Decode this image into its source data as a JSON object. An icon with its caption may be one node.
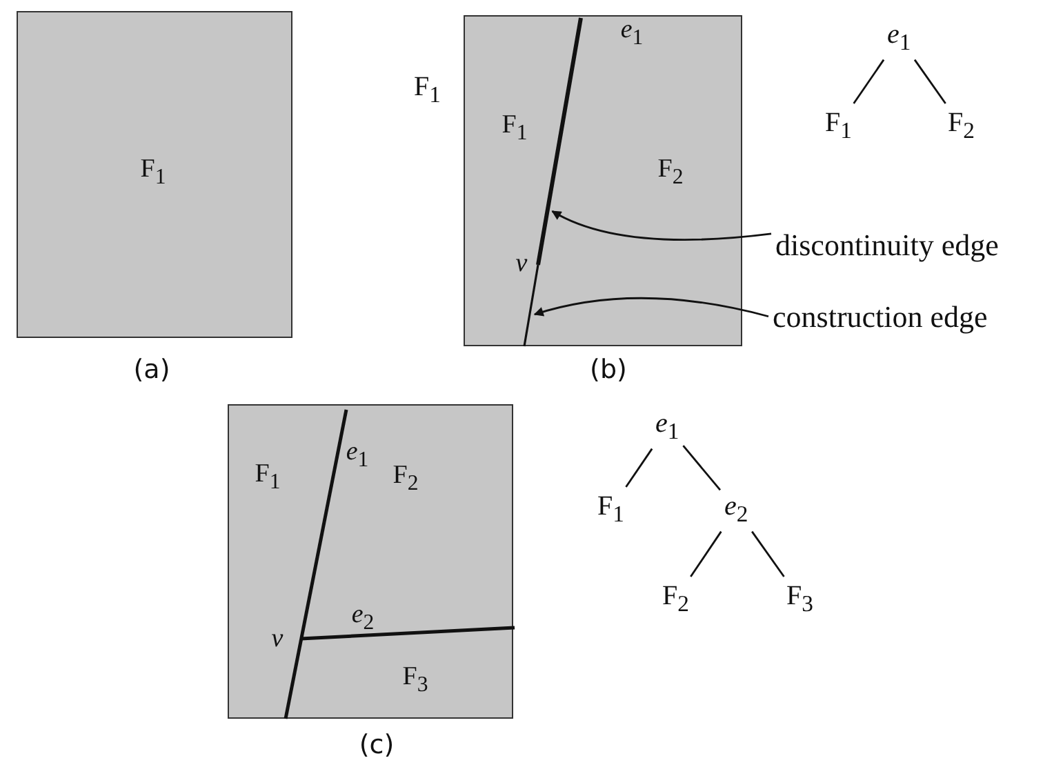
{
  "diagram": {
    "nodes": [
      {
        "text": [
          "F$_{1}$"
        ],
        "beside": [
          "(a)"
        ]
      },
      {
        "text": [
          "*e*$_{1}$",
          "F$_{1}$",
          "F$_{2}$",
          "*v*"
        ],
        "beside": [
          "(b)"
        ]
      },
      {
        "text": [],
        "shape": "line",
        "in": 1
      },
      {
        "text": [],
        "shape": "line",
        "in": 1
      },
      {
        "text": [
          "discontinuity edge"
        ]
      },
      {
        "text": [
          "construction edge"
        ]
      },
      {
        "text": [
          "*e*$_{1}$"
        ]
      },
      {
        "text": [
          "F$_{1}$"
        ]
      },
      {
        "text": [
          "F$_{2}$"
        ]
      },
      {
        "text": [
          "*e*$_{1}$",
          "F$_{1}$",
          "F$_{2}$",
          "*e*$_{2}$",
          "*v*",
          "F$_{3}$"
        ],
        "beside": [
          "(c)"
        ]
      },
      {
        "text": [
          "*e*$_{1}$"
        ]
      },
      {
        "text": [
          "F$_{1}$"
        ]
      },
      {
        "text": [
          "*e*$_{2}$"
        ]
      },
      {
        "text": [
          "F$_{2}$"
        ]
      },
      {
        "text": [
          "F$_{3}$"
        ]
      }
    ],
    "edges": [
      {
        "from": 4,
        "to": 2,
        "arrow": "to"
      },
      {
        "from": 5,
        "to": 3,
        "arrow": "to"
      },
      {
        "from": 6,
        "to": 7,
        "arrow": "none"
      },
      {
        "from": 6,
        "to": 8,
        "arrow": "none"
      },
      {
        "from": 10,
        "to": 11,
        "arrow": "none"
      },
      {
        "from": 10,
        "to": 12,
        "arrow": "none"
      },
      {
        "from": 12,
        "to": 13,
        "arrow": "none"
      },
      {
        "from": 12,
        "to": 14,
        "arrow": "none"
      }
    ],
    "labels": [
      "F$_{1}$"
    ]
  }
}
